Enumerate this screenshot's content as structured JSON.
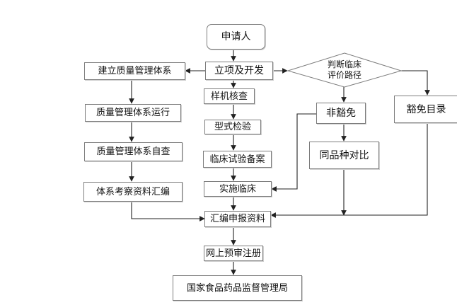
{
  "flowchart": {
    "start": "申请人",
    "main_steps": [
      "立项及开发",
      "样机核查",
      "型式检验",
      "临床试验备案",
      "实施临床",
      "汇编申报资料",
      "网上预审注册",
      "国家食品药品监督管理局"
    ],
    "quality_steps": [
      "建立质量管理体系",
      "质量管理体系运行",
      "质量管理体系自查",
      "体系考察资料汇编"
    ],
    "decision": {
      "line1": "判断临床",
      "line2": "评价路径"
    },
    "branches": {
      "non_exempt": "非豁免",
      "same_variety_compare": "同品种对比",
      "exempt_catalog": "豁免目录"
    }
  }
}
